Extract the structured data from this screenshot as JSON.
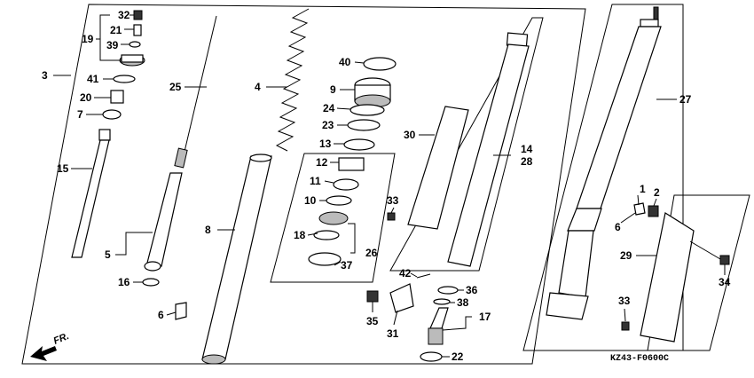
{
  "callouts": {
    "c1": "1",
    "c2": "2",
    "c3": "3",
    "c4": "4",
    "c5": "5",
    "c6a": "6",
    "c6b": "6",
    "c7": "7",
    "c8": "8",
    "c9": "9",
    "c10": "10",
    "c11": "11",
    "c12": "12",
    "c13": "13",
    "c14": "14",
    "c15": "15",
    "c16": "16",
    "c17": "17",
    "c18": "18",
    "c19": "19",
    "c20": "20",
    "c21": "21",
    "c22": "22",
    "c23": "23",
    "c24": "24",
    "c25": "25",
    "c26": "26",
    "c27": "27",
    "c28": "28",
    "c29": "29",
    "c30": "30",
    "c31": "31",
    "c32": "32",
    "c33a": "33",
    "c33b": "33",
    "c34": "34",
    "c35": "35",
    "c36": "36",
    "c37": "37",
    "c38": "38",
    "c39": "39",
    "c40": "40",
    "c41": "41",
    "c42": "42"
  },
  "direction_label": "FR.",
  "diagram_code": "KZ43-F0600C"
}
